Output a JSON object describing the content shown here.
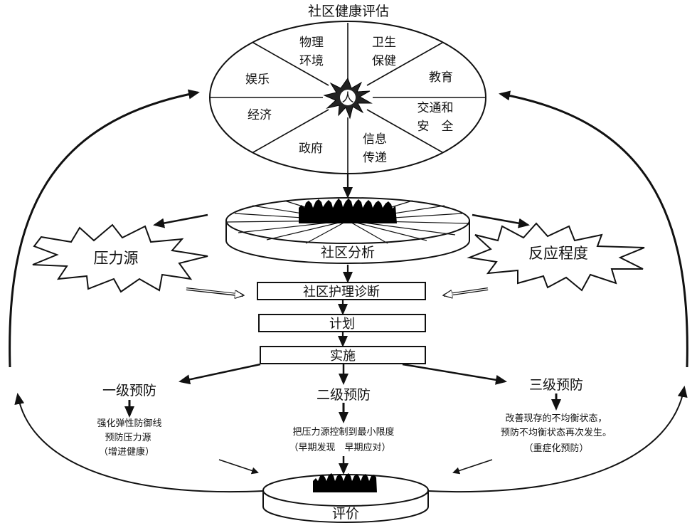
{
  "title": "社区健康评估",
  "wheel": {
    "center": "人",
    "sectors": {
      "physical_env_1": "物理",
      "physical_env_2": "环境",
      "health_care_1": "卫生",
      "health_care_2": "保健",
      "recreation": "娱乐",
      "education": "教育",
      "economy": "经济",
      "transport_1": "交通和",
      "transport_2": "安　全",
      "government": "政府",
      "communication_1": "信息",
      "communication_2": "传递"
    }
  },
  "analysis": "社区分析",
  "stressor": "压力源",
  "response": "反应程度",
  "steps": {
    "diagnosis": "社区护理诊断",
    "plan": "计划",
    "implement": "实施"
  },
  "prevention": {
    "primary": {
      "title": "一级预防",
      "line1": "强化弹性防御线",
      "line2": "预防压力源",
      "line3": "（增进健康）"
    },
    "secondary": {
      "title": "二级预防",
      "line1": "把压力源控制到最小限度",
      "line2": "（早期发现　早期应对）"
    },
    "tertiary": {
      "title": "三级预防",
      "line1": "改善现存的不均衡状态，",
      "line2": "预防不均衡状态再次发生。",
      "line3": "（重症化预防）"
    }
  },
  "evaluation": "评价"
}
